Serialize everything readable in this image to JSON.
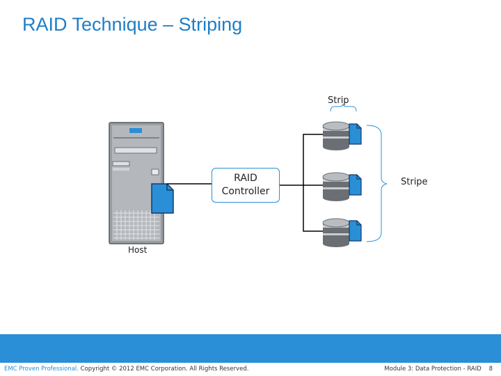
{
  "title": "RAID Technique – Striping",
  "labels": {
    "strip": "Strip",
    "stripe": "Stripe",
    "host": "Host",
    "controller_line1": "RAID",
    "controller_line2": "Controller"
  },
  "footer": {
    "brand": "EMC Proven Professional.",
    "copyright": " Copyright © 2012 EMC Corporation. All Rights Reserved.",
    "module": "Module 3: Data Protection - RAID",
    "page": "8"
  },
  "colors": {
    "accent": "#2a8fd6",
    "title": "#1e7ec8",
    "file_icon": "#2a8fd6"
  }
}
